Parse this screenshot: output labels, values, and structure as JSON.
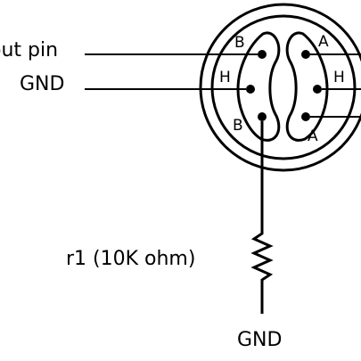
{
  "labels": {
    "output_pin": "out pin",
    "gnd_left": "GND",
    "resistor": "r1 (10K ohm)",
    "gnd_bottom": "GND"
  },
  "pins": {
    "left_top": "B",
    "left_mid": "H",
    "left_bottom": "B",
    "right_top": "A",
    "right_mid": "H",
    "right_bottom": "A"
  }
}
